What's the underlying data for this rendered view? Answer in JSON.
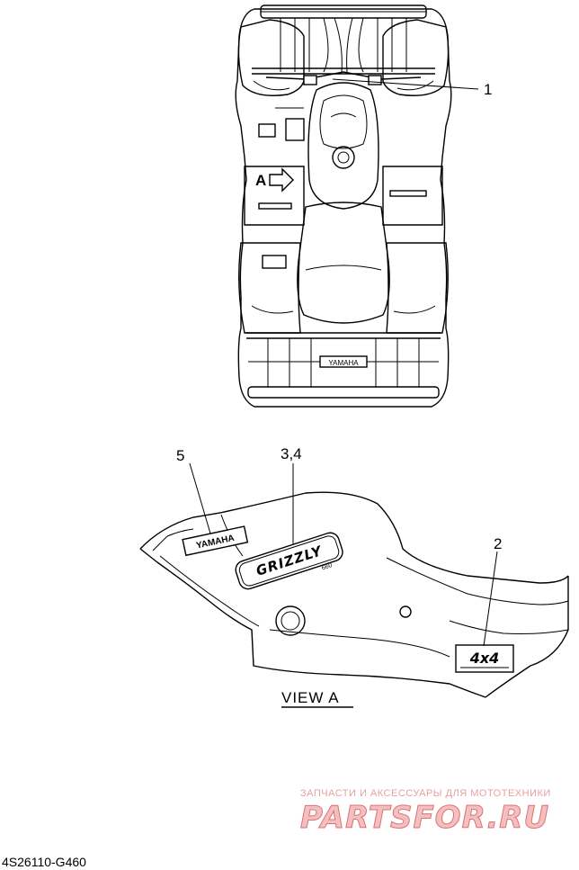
{
  "top_view": {
    "arrow_label": "A",
    "callouts": [
      {
        "id": "callout-1",
        "text": "1"
      }
    ],
    "rack_badge": "YAMAHA"
  },
  "view_a": {
    "title": "VIEW A",
    "callouts": [
      {
        "id": "callout-5",
        "text": "5"
      },
      {
        "id": "callout-3-4",
        "text": "3,4"
      },
      {
        "id": "callout-2",
        "text": "2"
      }
    ],
    "emblem_text": "GRIZZLY",
    "emblem_sub": "660",
    "badge_4x4": "4x4",
    "yamaha_label": "YAMAHA"
  },
  "part_code": "4S26110-G460",
  "watermark": {
    "tagline": "ЗАПЧАСТИ И АКСЕССУАРЫ ДЛЯ МОТОТЕХНИКИ",
    "logo": "PARTSFOR.RU",
    "color": "#e07070"
  }
}
